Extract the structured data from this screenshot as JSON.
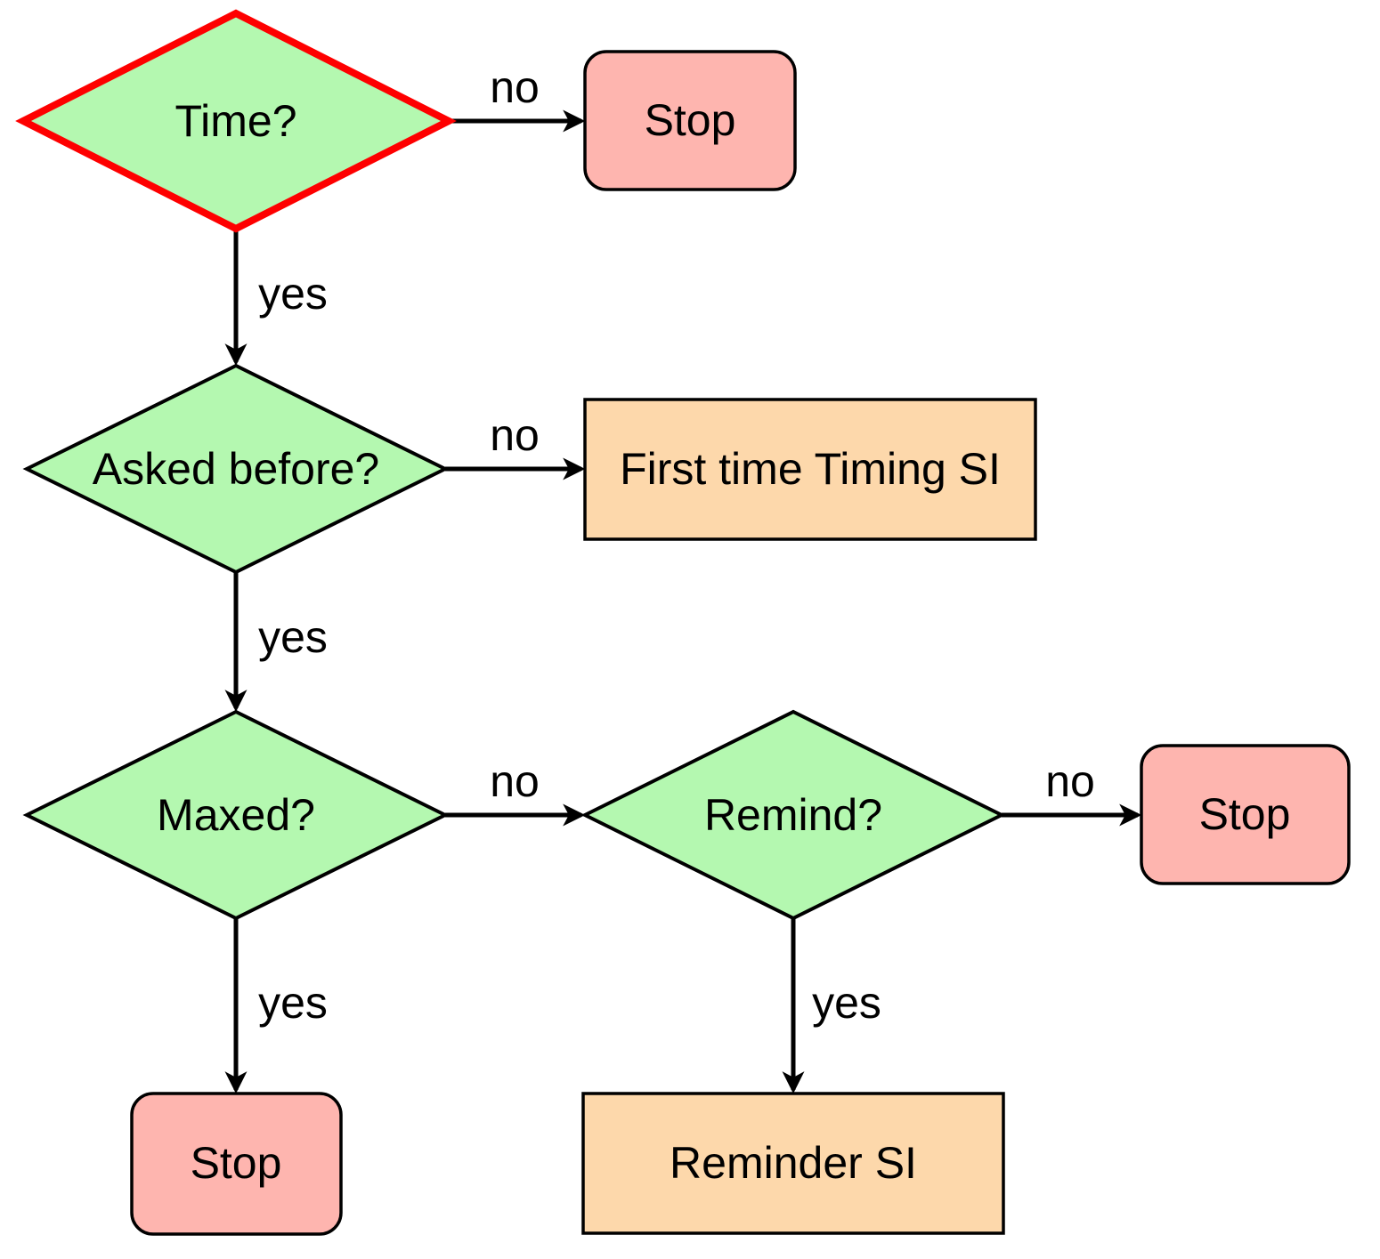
{
  "diagram": {
    "type": "flowchart",
    "background": "#ffffff",
    "colors": {
      "decision_fill": "#b4f8b0",
      "stop_fill": "#feb5af",
      "action_fill": "#fdd8ab",
      "stroke": "#000000",
      "highlight_stroke": "#fe0000"
    },
    "nodes": {
      "time": {
        "label": "Time?",
        "shape": "diamond",
        "kind": "decision",
        "highlighted": true
      },
      "stop_top": {
        "label": "Stop",
        "shape": "rounded-rect",
        "kind": "terminal"
      },
      "asked_before": {
        "label": "Asked before?",
        "shape": "diamond",
        "kind": "decision"
      },
      "first_time_timing_si": {
        "label": "First time Timing SI",
        "shape": "rect",
        "kind": "action"
      },
      "maxed": {
        "label": "Maxed?",
        "shape": "diamond",
        "kind": "decision"
      },
      "remind": {
        "label": "Remind?",
        "shape": "diamond",
        "kind": "decision"
      },
      "stop_right": {
        "label": "Stop",
        "shape": "rounded-rect",
        "kind": "terminal"
      },
      "stop_bottom": {
        "label": "Stop",
        "shape": "rounded-rect",
        "kind": "terminal"
      },
      "reminder_si": {
        "label": "Reminder SI",
        "shape": "rect",
        "kind": "action"
      }
    },
    "edges": {
      "time_no": {
        "from": "time",
        "to": "stop_top",
        "label": "no"
      },
      "time_yes": {
        "from": "time",
        "to": "asked_before",
        "label": "yes"
      },
      "asked_no": {
        "from": "asked_before",
        "to": "first_time_timing_si",
        "label": "no"
      },
      "asked_yes": {
        "from": "asked_before",
        "to": "maxed",
        "label": "yes"
      },
      "maxed_no": {
        "from": "maxed",
        "to": "remind",
        "label": "no"
      },
      "maxed_yes": {
        "from": "maxed",
        "to": "stop_bottom",
        "label": "yes"
      },
      "remind_no": {
        "from": "remind",
        "to": "stop_right",
        "label": "no"
      },
      "remind_yes": {
        "from": "remind",
        "to": "reminder_si",
        "label": "yes"
      }
    }
  }
}
